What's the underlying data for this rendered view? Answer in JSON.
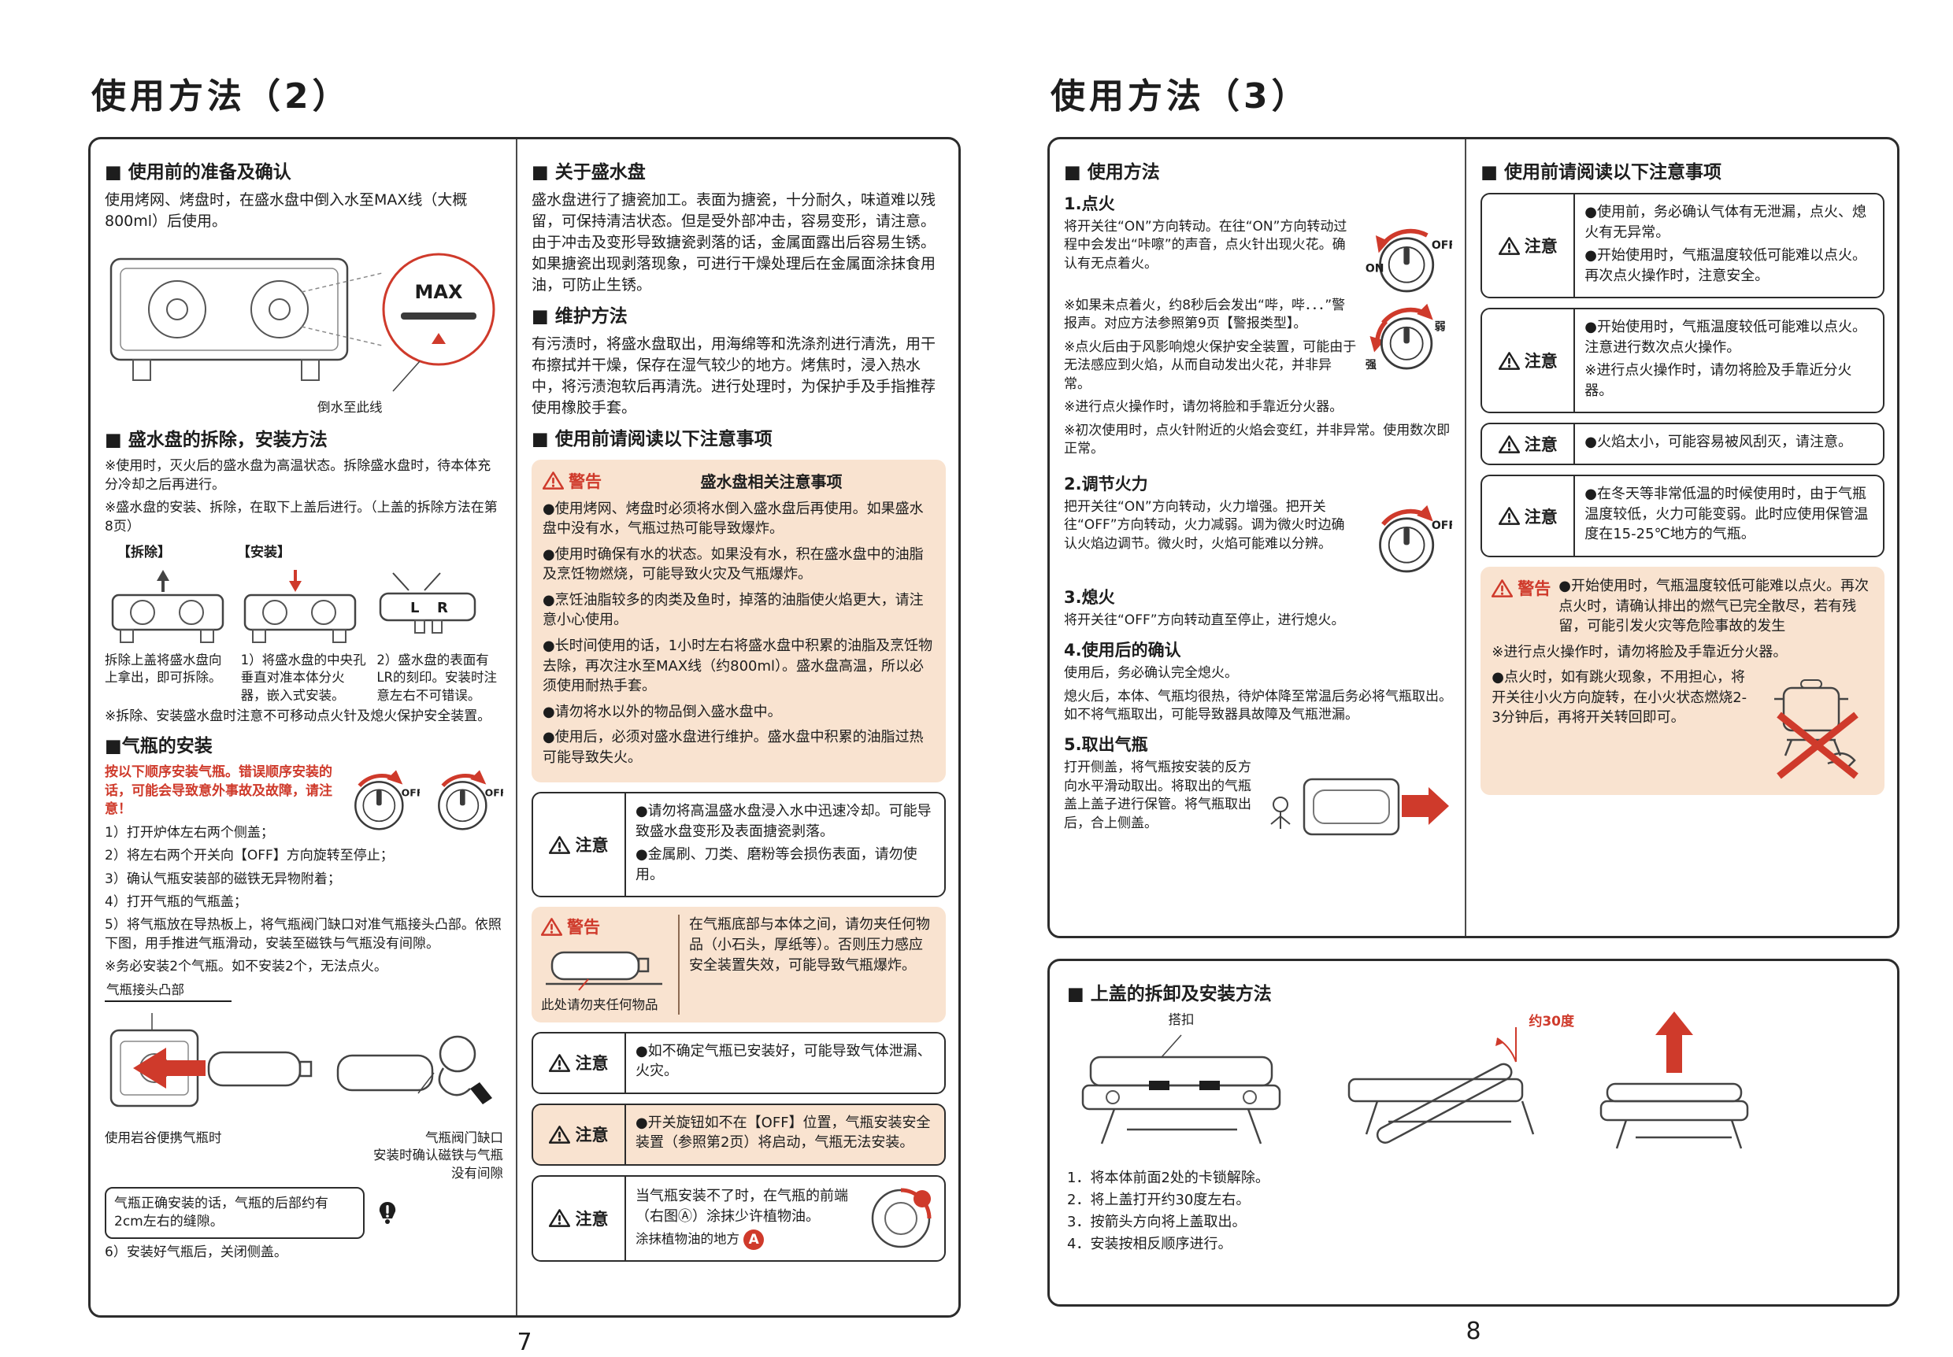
{
  "colors": {
    "accent_red": "#cf3a2b",
    "warning_bg": "#f9e3d0",
    "ink": "#1d1d1d"
  },
  "labels": {
    "caution": "注意",
    "warning": "警告"
  },
  "knob": {
    "on": "ON",
    "off": "OFF",
    "strong": "强",
    "weak": "弱",
    "max": "MAX",
    "l": "L",
    "r": "R"
  },
  "p7": {
    "title": "使用方法（2）",
    "pageno": "7",
    "left": {
      "prep_h": "■ 使用前的准备及确认",
      "prep_b": "使用烤网、烤盘时，在盛水盘中倒入水至MAX线（大概800ml）后使用。",
      "pour_label": "倒水至此线",
      "rm_h": "■ 盛水盘的拆除，安装方法",
      "rm_n1": "※使用时，灭火后的盛水盘为高温状态。拆除盛水盘时，待本体充分冷却之后再进行。",
      "rm_n2": "※盛水盘的安装、拆除，在取下上盖后进行。（上盖的拆除方法在第8页）",
      "rm_tag": "【拆除】",
      "ins_tag": "【安装】",
      "cap1": "拆除上盖将盛水盘向上拿出，即可拆除。",
      "cap2": "1）将盛水盘的中央孔垂直对准本体分火器，嵌入式安装。",
      "cap3": "2）盛水盘的表面有LR的刻印。安装时注意左右不可错误。",
      "rm_warn": "※拆除、安装盛水盘时注意不可移动点火针及熄火保护安全装置。",
      "gas_h": "■气瓶的安装",
      "gas_red": "按以下顺序安装气瓶。错误顺序安装的话，可能会导致意外事故及故障，请注意！",
      "step1": "1）打开炉体左右两个侧盖；",
      "step2": "2）将左右两个开关向【OFF】方向旋转至停止；",
      "step3": "3）确认气瓶安装部的磁铁无异物附着；",
      "step4": "4）打开气瓶的气瓶盖；",
      "step5": "5）将气瓶放在导热板上，将气瓶阀门缺口对准气瓶接头凸部。依照下图，用手推进气瓶滑动，安装至磁铁与气瓶没有间隙。",
      "step_note": "※务必安装2个气瓶。如不安装2个，无法点火。",
      "lbl_lug": "气瓶接头凸部",
      "lbl_notch": "气瓶阀门缺口",
      "lbl_gap": "安装时确认磁铁与气瓶没有间隙",
      "lbl_iwatani": "使用岩谷便携气瓶时",
      "gap_note": "气瓶正确安装的话，气瓶的后部约有2cm左右的缝隙。",
      "step6": "6）安装好气瓶后，关闭侧盖。"
    },
    "right": {
      "about_h": "■ 关于盛水盘",
      "about_b": "盛水盘进行了搪瓷加工。表面为搪瓷，十分耐久，味道难以残留，可保持清洁状态。但是受外部冲击，容易变形，请注意。由于冲击及变形导致搪瓷剥落的话，金属面露出后容易生锈。如果搪瓷出现剥落现象，可进行干燥处理后在金属面涂抹食用油，可防止生锈。",
      "maint_h": "■ 维护方法",
      "maint_b": "有污渍时，将盛水盘取出，用海绵等和洗涤剂进行清洗，用干布擦拭并干燥，保存在湿气较少的地方。烤焦时，浸入热水中，将污渍泡软后再清洗。进行处理时，为保护手及手指推荐使用橡胶手套。",
      "notice_h": "■ 使用前请阅读以下注意事项",
      "w1_title": "盛水盘相关注意事项",
      "w1_i0": "●使用烤网、烤盘时必须将水倒入盛水盘后再使用。如果盛水盘中没有水，气瓶过热可能导致爆炸。",
      "w1_i1": "●使用时确保有水的状态。如果没有水，积在盛水盘中的油脂及烹饪物燃烧，可能导致火灾及气瓶爆炸。",
      "w1_i2": "●烹饪油脂较多的肉类及鱼时，掉落的油脂使火焰更大，请注意小心使用。",
      "w1_i3": "●长时间使用的话，1小时左右将盛水盘中积累的油脂及烹饪物去除，再次注水至MAX线（约800ml）。盛水盘高温，所以必须使用耐热手套。",
      "w1_i4": "●请勿将水以外的物品倒入盛水盘中。",
      "w1_i5": "●使用后，必须对盛水盘进行维护。盛水盘中积累的油脂过热可能导致失火。",
      "c1_i0": "●请勿将高温盛水盘浸入水中迅速冷却。可能导致盛水盘变形及表面搪瓷剥落。",
      "c1_i1": "●金属刷、刀类、磨粉等会损伤表面，请勿使用。",
      "w2_text": "在气瓶底部与本体之间，请勿夹任何物品（小石头，厚纸等）。否则压力感应安全装置失效，可能导致气瓶爆炸。",
      "w2_cap": "此处请勿夹任何物品",
      "c2_i0": "●如不确定气瓶已安装好，可能导致气体泄漏、火灾。",
      "c3_i0": "●开关旋钮如不在【OFF】位置，气瓶安装安全装置（参照第2页）将启动，气瓶无法安装。",
      "c4_text": "当气瓶安装不了时，在气瓶的前端（右图Ⓐ）涂抹少许植物油。",
      "c4_cap": "涂抹植物油的地方",
      "c4_badge": "A"
    }
  },
  "p8": {
    "title": "使用方法（3）",
    "pageno": "8",
    "left": {
      "h": "■ 使用方法",
      "s1_h": "1.点火",
      "s1_b": "将开关往“ON”方向转动。在往“ON”方向转动过程中会发出“咔嚓”的声音，点火针出现火花。确认有无点着火。",
      "s1_n0": "※如果未点着火，约8秒后会发出“哔，哔．．．”警报声。对应方法参照第9页【警报类型】。",
      "s1_n1": "※点火后由于风影响熄火保护安全装置，可能由于无法感应到火焰，从而自动发出火花，并非异常。",
      "s1_n2": "※进行点火操作时，请勿将脸和手靠近分火器。",
      "s1_n3": "※初次使用时，点火针附近的火焰会变红，并非异常。使用数次即正常。",
      "s2_h": "2.调节火力",
      "s2_b": "把开关往“ON”方向转动，火力增强。把开关往“OFF”方向转动，火力减弱。调为微火时边确认火焰边调节。微火时，火焰可能难以分辨。",
      "s3_h": "3.熄火",
      "s3_b": "将开关往“OFF”方向转动直至停止，进行熄火。",
      "s4_h": "4.使用后的确认",
      "s4_b0": "使用后，务必确认完全熄火。",
      "s4_b1": "熄火后，本体、气瓶均很热，待炉体降至常温后务必将气瓶取出。如不将气瓶取出，可能导致器具故障及气瓶泄漏。",
      "s5_h": "5.取出气瓶",
      "s5_b": "打开侧盖，将气瓶按安装的反方向水平滑动取出。将取出的气瓶盖上盖子进行保管。将气瓶取出后，合上侧盖。"
    },
    "right": {
      "h": "■ 使用前请阅读以下注意事项",
      "c1_i0": "●使用前，务必确认气体有无泄漏，点火、熄火有无异常。",
      "c1_i1": "●开始使用时，气瓶温度较低可能难以点火。再次点火操作时，注意安全。",
      "c2_i0": "●开始使用时，气瓶温度较低可能难以点火。注意进行数次点火操作。",
      "c2_i1": "※进行点火操作时，请勿将脸及手靠近分火器。",
      "c3_i0": "●火焰太小，可能容易被风刮灭，请注意。",
      "c4_i0": "●在冬天等非常低温的时候使用时，由于气瓶温度较低，火力可能变弱。此时应使用保管温度在15-25℃地方的气瓶。",
      "w_i0": "●开始使用时，气瓶温度较低可能难以点火。再次点火时，请确认排出的燃气已完全散尽，若有残留，可能引发火灾等危险事故的发生",
      "w_i1": "※进行点火操作时，请勿将脸及手靠近分火器。",
      "w_i2": "●点火时，如有跳火现象，不用担心，将开关往小火方向旋转，在小火状态燃烧2-3分钟后，再将开关转回即可。"
    },
    "bottom": {
      "h": "■ 上盖的拆卸及安装方法",
      "lbl_clasp": "搭扣",
      "lbl_deg": "约30度",
      "s0": "1．将本体前面2处的卡锁解除。",
      "s1": "2．将上盖打开约30度左右。",
      "s2": "3．按箭头方向将上盖取出。",
      "s3": "4．安装按相反顺序进行。"
    }
  }
}
